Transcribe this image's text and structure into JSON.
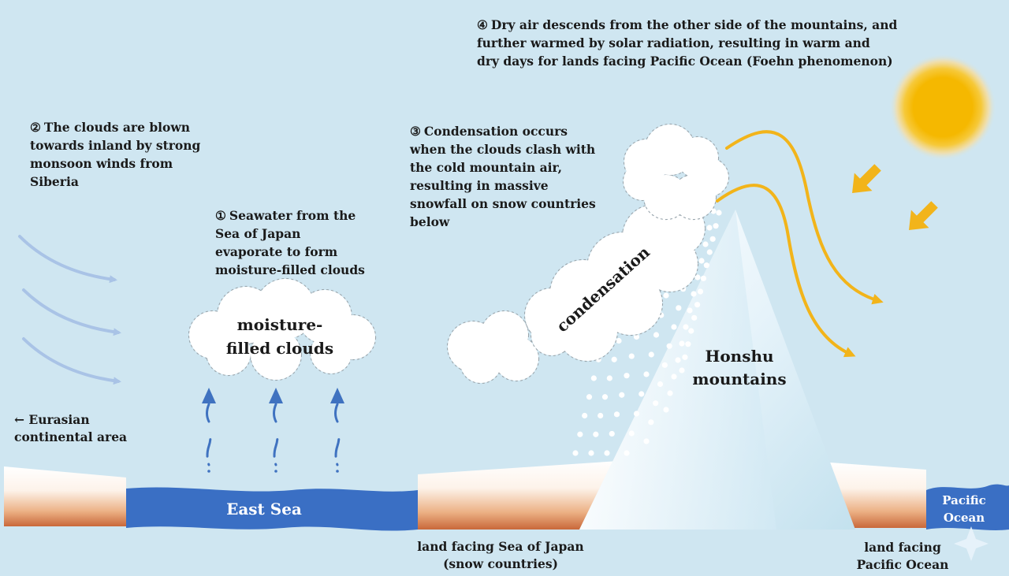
{
  "notes": {
    "n1": {
      "num": "①",
      "lines": [
        "Seawater from the",
        "Sea of Japan",
        "evaporate to form",
        "moisture-filled clouds"
      ]
    },
    "n2": {
      "num": "②",
      "lines": [
        "The clouds are blown",
        "towards inland by strong",
        "monsoon winds from",
        "Siberia"
      ]
    },
    "n3": {
      "num": "③",
      "lines": [
        "Condensation occurs",
        "when the clouds clash with",
        "the cold mountain air,",
        "resulting in massive",
        "snowfall on snow countries",
        "below"
      ]
    },
    "n4": {
      "num": "④",
      "lines": [
        "Dry air descends from the other side of the mountains, and",
        "further warmed by solar radiation, resulting in warm and",
        "dry days for lands facing Pacific Ocean (Foehn phenomenon)"
      ]
    }
  },
  "labels": {
    "moisture_clouds": [
      "moisture-",
      "filled clouds"
    ],
    "condensation": "condensation",
    "honshu": [
      "Honshu",
      "mountains"
    ],
    "eurasian": [
      "← Eurasian",
      "continental area"
    ],
    "east_sea": "East Sea",
    "pacific_ocean": [
      "Pacific",
      "Ocean"
    ],
    "land_japan": [
      "land facing Sea of Japan",
      "(snow countries)"
    ],
    "land_pacific": [
      "land facing",
      "Pacific Ocean"
    ]
  },
  "colors": {
    "sky": "#cfe6f1",
    "sea": "#3a6fc4",
    "sun": "#f5b800",
    "warm_arrow": "#f2b41a",
    "wind_arrow": "#a9c3e6",
    "vapor_arrow": "#3f72c0",
    "land": "#d9844d",
    "snow": "#ffffff"
  }
}
